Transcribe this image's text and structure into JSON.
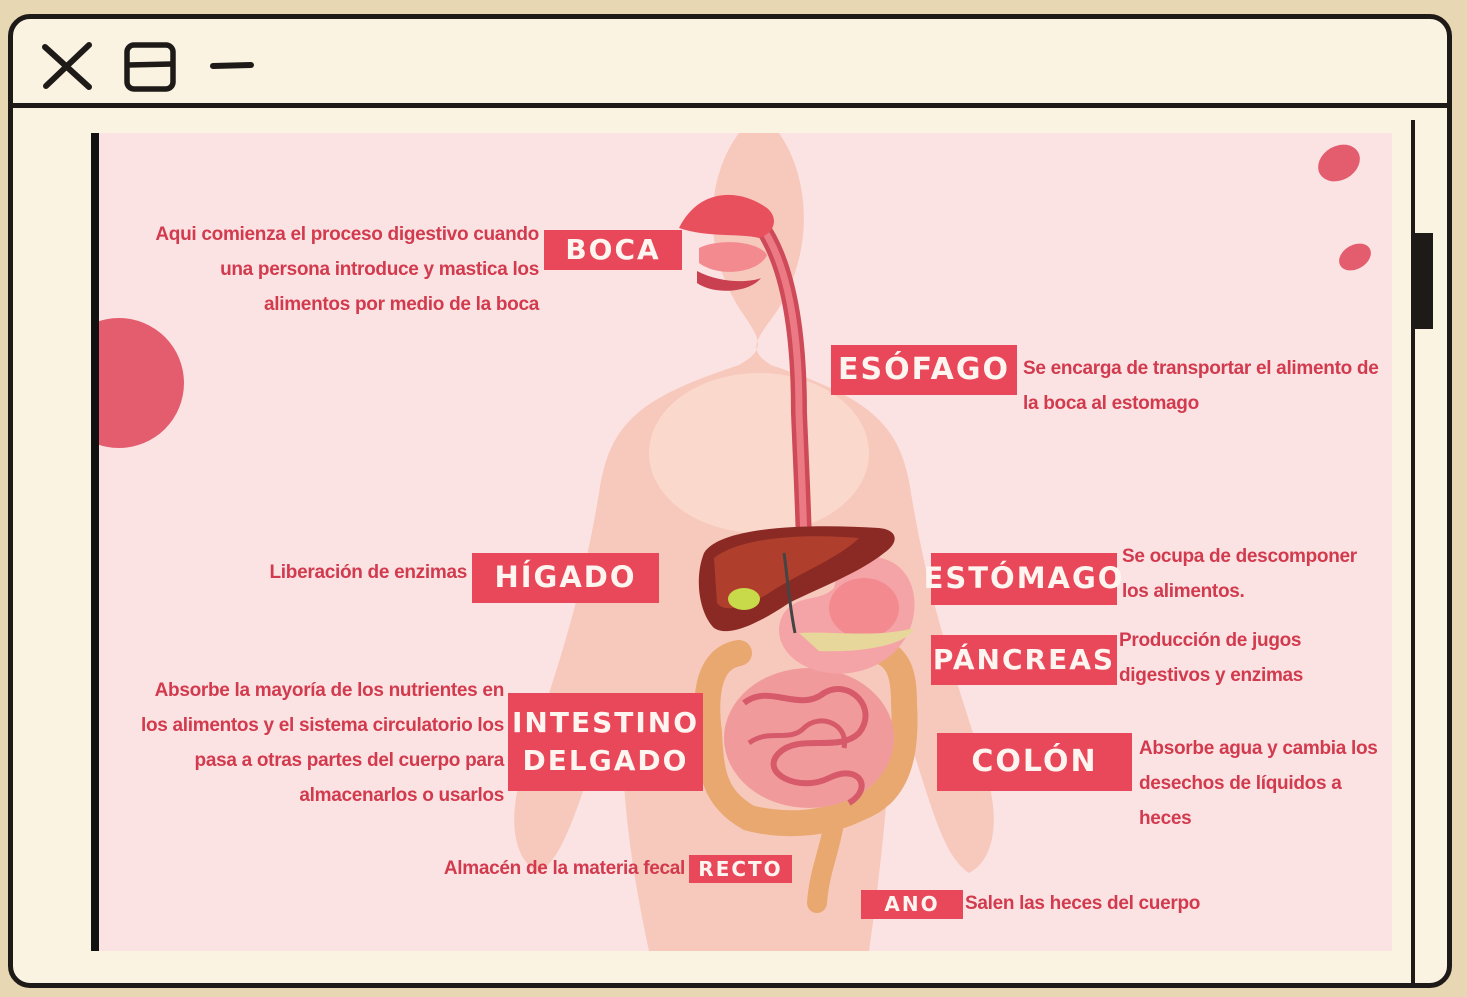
{
  "window_controls": {
    "close_icon": "close-icon",
    "maximize_icon": "window-layout-icon",
    "minimize_icon": "minimize-icon"
  },
  "colors": {
    "accent": "#e8485a",
    "text": "#d23a4e",
    "background": "#fce3e3",
    "frame": "#fbf3e2"
  },
  "organs": {
    "boca": {
      "label": "BOCA",
      "desc": "Aqui comienza el proceso digestivo cuando una persona introduce y mastica los alimentos por medio de la boca"
    },
    "esofago": {
      "label": "ESÓFAGO",
      "desc": "Se encarga de transportar el alimento de la boca al estomago"
    },
    "higado": {
      "label": "HÍGADO",
      "desc": "Liberación de enzimas"
    },
    "estomago": {
      "label": "ESTÓMAGO",
      "desc": "Se ocupa de descomponer los alimentos."
    },
    "pancreas": {
      "label": "PÁNCREAS",
      "desc": "Producción de  jugos digestivos y enzimas"
    },
    "intestino": {
      "label": "INTESTINO DELGADO",
      "desc": "Absorbe la mayoría de los nutrientes en los alimentos y el sistema circulatorio los pasa a otras partes del cuerpo para almacenarlos o usarlos"
    },
    "colon": {
      "label": "COLÓN",
      "desc": "Absorbe agua y cambia los desechos de líquidos a heces"
    },
    "recto": {
      "label": "RECTO",
      "desc": "Almacén de la materia fecal"
    },
    "ano": {
      "label": "ANO",
      "desc": "Salen las heces del cuerpo"
    }
  }
}
